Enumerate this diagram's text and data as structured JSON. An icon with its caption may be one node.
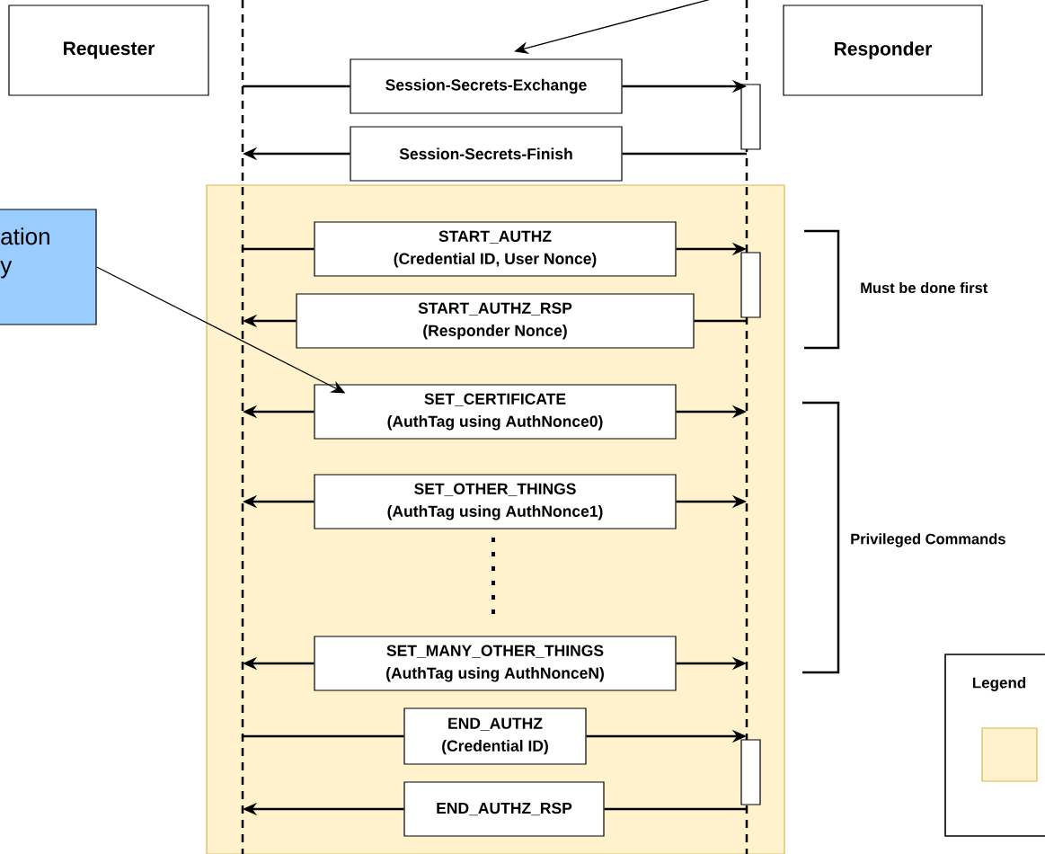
{
  "diagram": {
    "nodes": [
      {
        "text": [
          "Requester"
        ]
      },
      {
        "text": [
          "Responder"
        ]
      },
      {
        "text": [
          "ation y"
        ]
      },
      {
        "text": [],
        "shape": "box"
      },
      {
        "text": [],
        "shape": "line"
      },
      {
        "text": [],
        "shape": "line"
      },
      {
        "text": [
          "Session-Secrets-Exchange"
        ]
      },
      {
        "text": [
          "Session-Secrets-Finish"
        ]
      },
      {
        "text": [
          "START_AUTHZ",
          "(Credential ID, User Nonce)"
        ],
        "in": 3
      },
      {
        "text": [
          "START_AUTHZ_RSP",
          "(Responder Nonce)"
        ],
        "in": 3
      },
      {
        "text": [
          "SET_CERTIFICATE",
          "(AuthTag using AuthNonce0)"
        ],
        "in": 3
      },
      {
        "text": [
          "SET_OTHER_THINGS",
          "(AuthTag using AuthNonce1)"
        ],
        "in": 3
      },
      {
        "text": [
          "SET_MANY_OTHER_THINGS",
          "(AuthTag using AuthNonceN)"
        ],
        "in": 3
      },
      {
        "text": [
          "END_AUTHZ",
          "(Credential ID)"
        ],
        "in": 3
      },
      {
        "text": [
          "END_AUTHZ_RSP"
        ],
        "in": 3
      },
      {
        "text": [],
        "shape": "bar"
      },
      {
        "text": [],
        "shape": "bar",
        "in": 3
      },
      {
        "text": [],
        "shape": "bar",
        "in": 3
      },
      {
        "text": [
          "Legend"
        ]
      },
      {
        "text": [],
        "shape": "box",
        "in": 18
      }
    ],
    "edges": [
      {
        "from": null,
        "to": 6,
        "arrow": "to"
      },
      {
        "from": 4,
        "to": 6,
        "arrow": "none"
      },
      {
        "from": 6,
        "to": 5,
        "arrow": "to"
      },
      {
        "from": 7,
        "to": 4,
        "arrow": "to"
      },
      {
        "from": 5,
        "to": 7,
        "arrow": "none"
      },
      {
        "from": 2,
        "to": 10,
        "arrow": "to"
      },
      {
        "from": 4,
        "to": 8,
        "arrow": "none"
      },
      {
        "from": 8,
        "to": 5,
        "arrow": "to"
      },
      {
        "from": 9,
        "to": 4,
        "arrow": "to"
      },
      {
        "from": 5,
        "to": 9,
        "arrow": "none"
      },
      {
        "from": 10,
        "to": 4,
        "arrow": "to"
      },
      {
        "from": 10,
        "to": 5,
        "arrow": "to"
      },
      {
        "from": 11,
        "to": 4,
        "arrow": "to"
      },
      {
        "from": 11,
        "to": 5,
        "arrow": "to"
      },
      {
        "from": 12,
        "to": 4,
        "arrow": "to"
      },
      {
        "from": 12,
        "to": 5,
        "arrow": "to"
      },
      {
        "from": 4,
        "to": 13,
        "arrow": "none"
      },
      {
        "from": 13,
        "to": 5,
        "arrow": "to"
      },
      {
        "from": 14,
        "to": 4,
        "arrow": "to"
      },
      {
        "from": 5,
        "to": 14,
        "arrow": "none"
      }
    ],
    "labels": [
      "Must be done first",
      "Privileged Commands"
    ]
  }
}
